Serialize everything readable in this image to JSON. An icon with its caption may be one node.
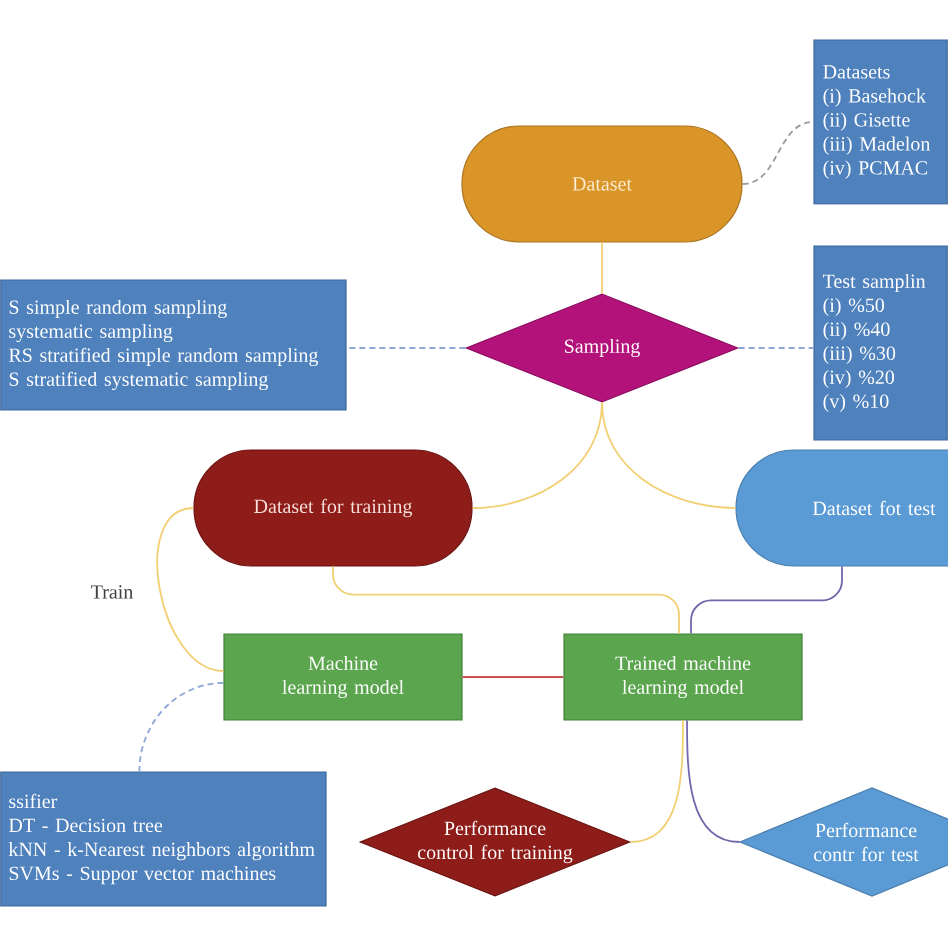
{
  "diagram": {
    "nodes": [
      {
        "text": [
          "Dataset"
        ]
      },
      {
        "text": [
          "Datasets",
          "(i) Basehock",
          "(ii) Gisette",
          "(iii) Madelon",
          "(iv) PCMAC"
        ]
      },
      {
        "text": [
          "Sampling"
        ]
      },
      {
        "text": [
          "S simple random sampling",
          "systematic sampling",
          "RS stratified simple random sampling",
          "S stratified systematic sampling"
        ]
      },
      {
        "text": [
          "Test samplin",
          "(i) %50",
          "(ii) %40",
          "(iii) %30",
          "(iv) %20",
          "(v) %10"
        ]
      },
      {
        "text": [
          "Dataset for training"
        ]
      },
      {
        "text": [
          "Dataset fot test"
        ]
      },
      {
        "text": [
          "Machine learning model"
        ]
      },
      {
        "text": [
          "Trained machine learning model"
        ]
      },
      {
        "text": [
          "ssifier",
          "DT - Decision tree",
          "kNN - k-Nearest neighbors algorithm",
          "SVMs - Suppor vector machines"
        ]
      },
      {
        "text": [
          "Performance control for training"
        ]
      },
      {
        "text": [
          "Performance contr for test"
        ]
      }
    ],
    "edges": [
      {
        "from": 0,
        "to": 2,
        "arrow": "none"
      },
      {
        "from": 0,
        "to": 1,
        "arrow": "none",
        "style": "dashed",
        "color": "#9a9a9a"
      },
      {
        "from": 2,
        "to": 3,
        "arrow": "none",
        "style": "dashed",
        "color": "#8ea6d6"
      },
      {
        "from": 2,
        "to": 4,
        "arrow": "none",
        "style": "dashed",
        "color": "#8ea6d6"
      },
      {
        "from": 2,
        "to": 5,
        "arrow": "none"
      },
      {
        "from": 2,
        "to": 6,
        "arrow": "none"
      },
      {
        "from": 5,
        "to": 7,
        "arrow": "none",
        "label": "Train"
      },
      {
        "from": 5,
        "to": 8,
        "arrow": "none"
      },
      {
        "from": 7,
        "to": 8,
        "arrow": "none",
        "color": "#c9504c"
      },
      {
        "from": 6,
        "to": 8,
        "arrow": "none",
        "color": "#7366ab"
      },
      {
        "from": 7,
        "to": 9,
        "arrow": "none",
        "style": "dashed",
        "color": "#8ea6d6"
      },
      {
        "from": 8,
        "to": 10,
        "arrow": "none"
      },
      {
        "from": 8,
        "to": 11,
        "arrow": "none",
        "color": "#7366ab"
      }
    ]
  }
}
